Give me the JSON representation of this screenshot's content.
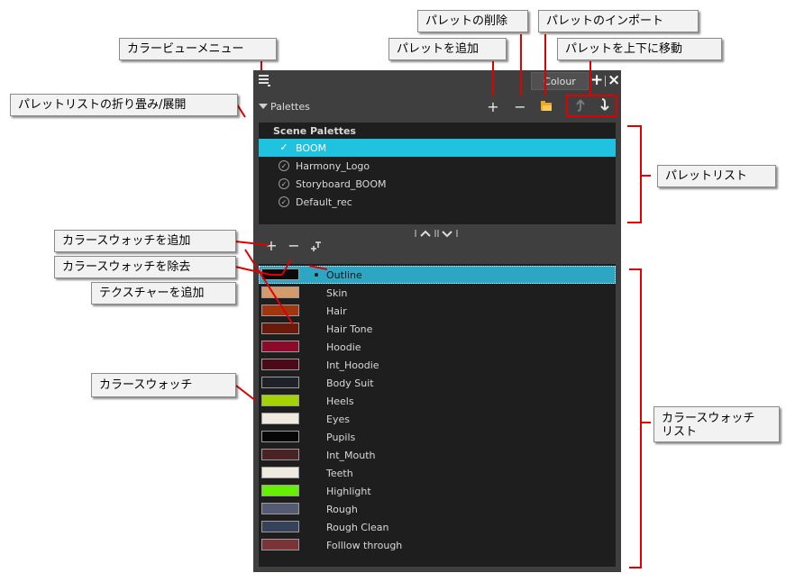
{
  "panel": {
    "tab_label": "Colour",
    "tab_add_icon": "+",
    "tab_close_icon": "×",
    "palettes_label": "Palettes",
    "palette_list_header": "Scene Palettes",
    "palettes": [
      {
        "name": "BOOM",
        "selected": true
      },
      {
        "name": "Harmony_Logo",
        "selected": false
      },
      {
        "name": "Storyboard_BOOM",
        "selected": false
      },
      {
        "name": "Default_rec",
        "selected": false
      }
    ],
    "swatches": [
      {
        "name": "Outline",
        "color": "#0b0b0b",
        "selected": true
      },
      {
        "name": "Skin",
        "color": "#d49a6a"
      },
      {
        "name": "Hair",
        "color": "#a1350e"
      },
      {
        "name": "Hair Tone",
        "color": "#6a1a0b"
      },
      {
        "name": "Hoodie",
        "color": "#8c0b2a"
      },
      {
        "name": "Int_Hoodie",
        "color": "#4a0a18"
      },
      {
        "name": "Body Suit",
        "color": "#1f2329"
      },
      {
        "name": "Heels",
        "color": "#a3d400"
      },
      {
        "name": "Eyes",
        "color": "#efe9df"
      },
      {
        "name": "Pupils",
        "color": "#060606"
      },
      {
        "name": "Int_Mouth",
        "color": "#4a2326"
      },
      {
        "name": "Teeth",
        "color": "#eeeadd"
      },
      {
        "name": "Highlight",
        "color": "#64f000"
      },
      {
        "name": "Rough",
        "color": "#545a72"
      },
      {
        "name": "Rough Clean",
        "color": "#36425a"
      },
      {
        "name": "Folllow through",
        "color": "#7a3436"
      }
    ]
  },
  "callouts": {
    "colour_view_menu": "カラービューメニュー",
    "palette_list_collapse": "パレットリストの折り畳み/展開",
    "delete_palette": "パレットの削除",
    "import_palette": "パレットのインポート",
    "add_palette": "パレットを追加",
    "move_palette": "パレットを上下に移動",
    "palette_list": "パレットリスト",
    "add_swatch": "カラースウォッチを追加",
    "remove_swatch": "カラースウォッチを除去",
    "add_texture": "テクスチャーを追加",
    "colour_swatch": "カラースウォッチ",
    "swatch_list": "カラースウォッチ\nリスト"
  },
  "colors": {
    "annotation_red": "#e00000",
    "selection_cyan": "#1fc3e0",
    "panel_bg": "#3f3f3f",
    "list_bg": "#1e1e1e"
  },
  "icons": {
    "menu": "hamburger-menu-icon",
    "collapse": "triangle-down-icon",
    "add": "plus-icon",
    "remove": "minus-icon",
    "import": "folder-icon",
    "move_up": "arrow-up-icon",
    "move_down": "arrow-down-icon",
    "texture": "add-texture-icon"
  }
}
